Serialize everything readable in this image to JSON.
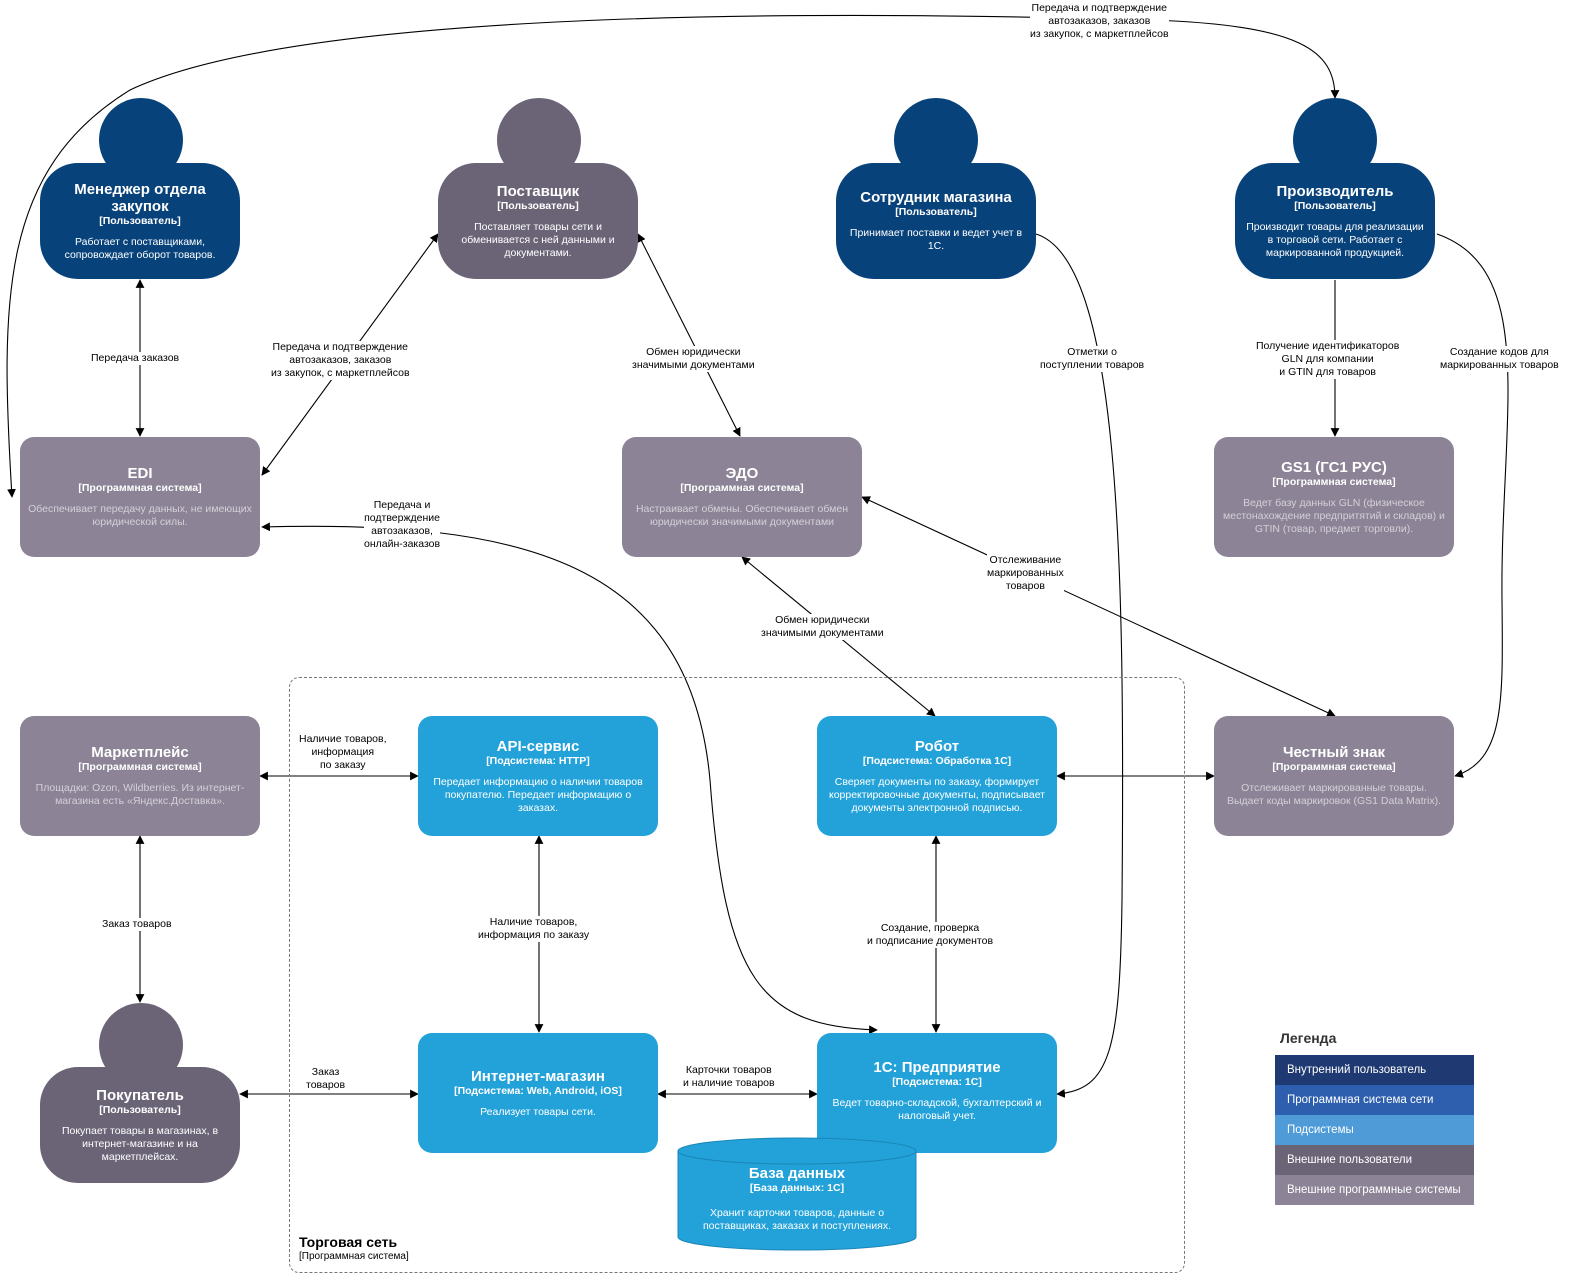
{
  "persons": {
    "manager": {
      "title": "Менеджер отдела закупок",
      "type": "[Пользователь]",
      "desc": "Работает с поставщиками, сопровождает оборот товаров."
    },
    "supplier": {
      "title": "Поставщик",
      "type": "[Пользователь]",
      "desc": "Поставляет товары сети и обменивается с ней данными и документами."
    },
    "employee": {
      "title": "Сотрудник магазина",
      "type": "[Пользователь]",
      "desc": "Принимает поставки и ведет учет в 1С."
    },
    "producer": {
      "title": "Производитель",
      "type": "[Пользователь]",
      "desc": "Производит товары для реализации в торговой сети. Работает с маркированной продукцией."
    },
    "buyer": {
      "title": "Покупатель",
      "type": "[Пользователь]",
      "desc": "Покупает товары в магазинах, в интернет-магазине и на маркетплейсах."
    }
  },
  "systems": {
    "edi": {
      "title": "EDI",
      "type": "[Программная система]",
      "desc": "Обеспечивает передачу данных, не имеющих юридической силы."
    },
    "edo": {
      "title": "ЭДО",
      "type": "[Программная система]",
      "desc": "Настраивает обмены. Обеспечивает обмен юридически значимыми документами"
    },
    "gs1": {
      "title": "GS1 (ГС1 РУС)",
      "type": "[Программная система]",
      "desc": "Ведет базу данных GLN (физическое местонахождение предпритятий и складов) и GTIN (товар, предмет торговли)."
    },
    "marketplace": {
      "title": "Маркетплейс",
      "type": "[Программная система]",
      "desc": "Площадки: Ozon, Wildberries. Из интернет-магазина есть «Яндекс.Доставка»."
    },
    "znak": {
      "title": "Честный знак",
      "type": "[Программная система]",
      "desc": "Отслеживает маркированные товары. Выдает коды маркировок (GS1 Data Matrix)."
    }
  },
  "subsystems": {
    "api": {
      "title": "API-сервис",
      "type": "[Подсистема: HTTP]",
      "desc": "Передает информацию о наличии товаров покупателю. Передает информацию о заказах."
    },
    "robot": {
      "title": "Робот",
      "type": "[Подсистема: Обработка 1С]",
      "desc": "Сверяет документы по заказу, формирует корректировочные документы, подписывает документы электронной подписью."
    },
    "shop": {
      "title": "Интернет-магазин",
      "type": "[Подсистема: Web, Android, iOS]",
      "desc": "Реализует товары сети."
    },
    "onec": {
      "title": "1С: Предприятие",
      "type": "[Подсистема: 1С]",
      "desc": "Ведет товарно-складской, бухгалтерский и налоговый учет."
    }
  },
  "database": {
    "title": "База данных",
    "type": "[База данных: 1С]",
    "desc": "Хранит карточки товаров, данные о поставщиках, заказах и поступлениях."
  },
  "boundary": {
    "title": "Торговая сеть",
    "type": "[Программная система]"
  },
  "edge_labels": {
    "top_arc": "Передача и подтверждение\nавтозаказов, заказов\nиз закупок, с маркетплейсов",
    "manager_edi": "Передача заказов",
    "supplier_edi": "Передача и подтверждение\nавтозаказов, заказов\nиз закупок, с маркетплейсов",
    "supplier_edo": "Обмен юридически\nзначимыми документами",
    "employee_onec": "Отметки о\nпоступлении товаров",
    "producer_gs1": "Получение идентификаторов\nGLN для компании\nи GTIN для товаров",
    "producer_znak": "Создание кодов для\nмаркированных товаров",
    "edi_onec": "Передача и\nподтверждение\nавтозаказов,\nонлайн-заказов",
    "edo_znak": "Отслеживание\nмаркированных\nтоваров",
    "edo_robot": "Обмен юридически\nзначимыми документами",
    "market_api": "Наличие товаров,\nинформация\nпо заказу",
    "market_buyer": "Заказ товаров",
    "api_shop": "Наличие товаров,\nинформация по заказу",
    "robot_onec": "Создание, проверка\nи подписание документов",
    "buyer_shop": "Заказ\nтоваров",
    "shop_onec": "Карточки товаров\nи наличие товаров"
  },
  "legend": {
    "title": "Легенда",
    "items": [
      {
        "label": "Внутренний пользователь",
        "color": "#08427b"
      },
      {
        "label": "Программная система сети",
        "color": "#1168bd"
      },
      {
        "label": "Подсистемы",
        "color": "#438dd5"
      },
      {
        "label": "Внешние пользователи",
        "color": "#6b6477"
      },
      {
        "label": "Внешние программные системы",
        "color": "#8c8496"
      }
    ]
  }
}
